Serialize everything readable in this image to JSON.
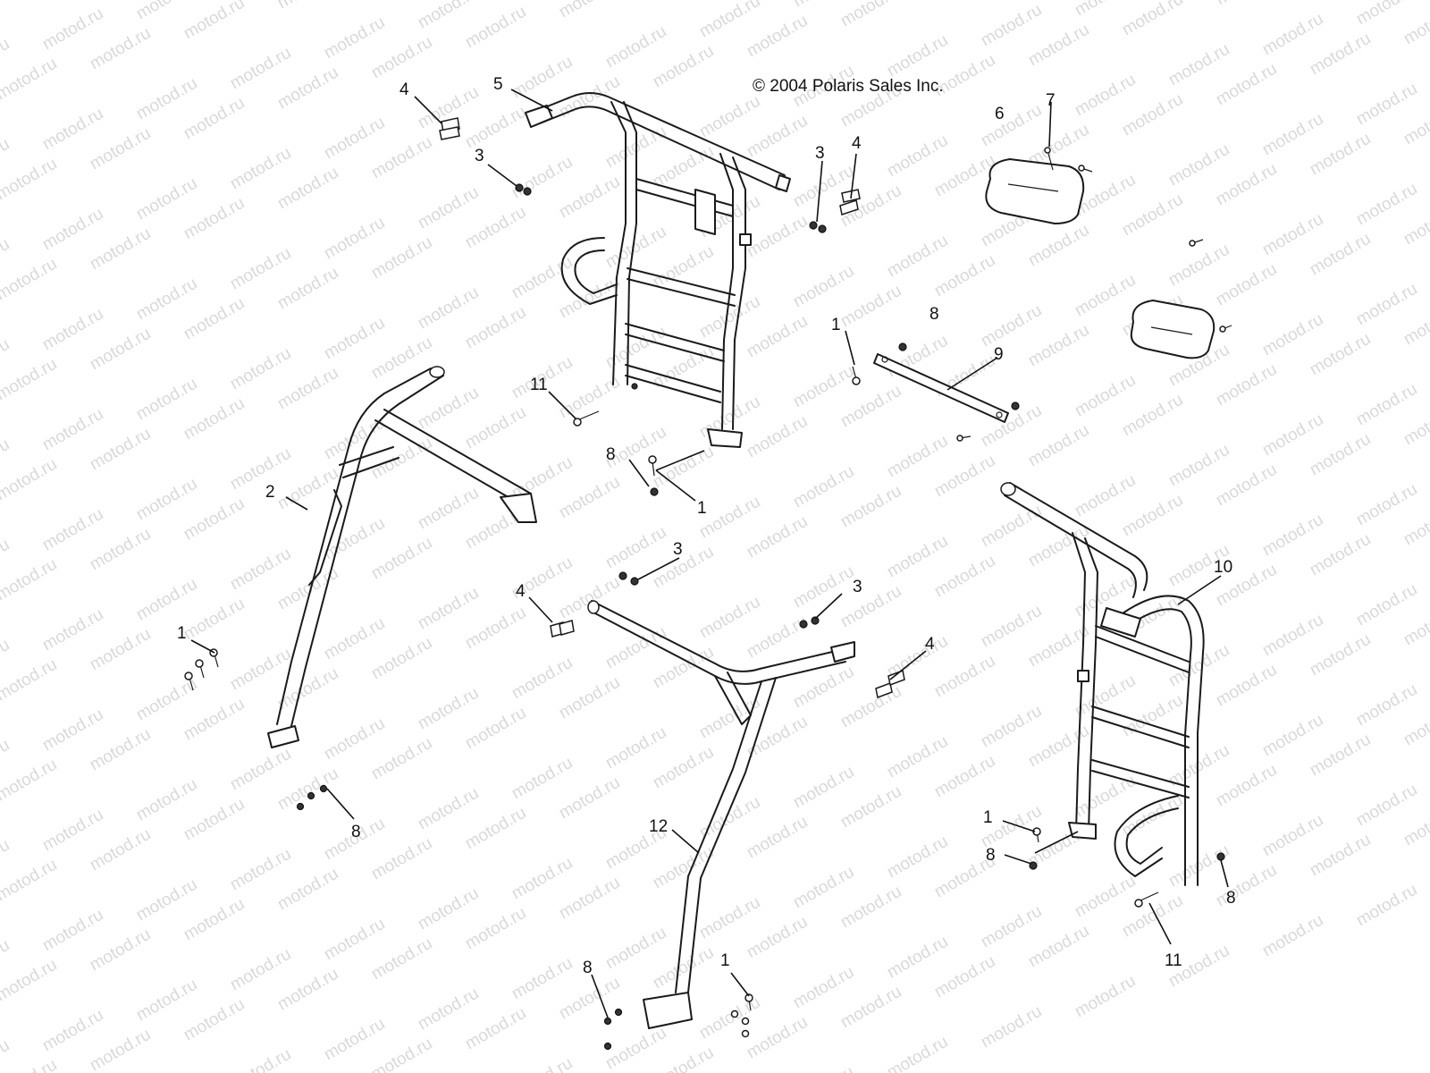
{
  "copyright": "© 2004 Polaris Sales Inc.",
  "watermark": "motod.ru",
  "callouts": [
    {
      "id": "c-5",
      "label": "5"
    },
    {
      "id": "c-4-top-left",
      "label": "4"
    },
    {
      "id": "c-3-top-left",
      "label": "3"
    },
    {
      "id": "c-3-top-mid",
      "label": "3"
    },
    {
      "id": "c-4-top-mid",
      "label": "4"
    },
    {
      "id": "c-6",
      "label": "6"
    },
    {
      "id": "c-7",
      "label": "7"
    },
    {
      "id": "c-1-mid",
      "label": "1"
    },
    {
      "id": "c-8-mid",
      "label": "8"
    },
    {
      "id": "c-9",
      "label": "9"
    },
    {
      "id": "c-11-top",
      "label": "11"
    },
    {
      "id": "c-8-center",
      "label": "8"
    },
    {
      "id": "c-1-center",
      "label": "1"
    },
    {
      "id": "c-2",
      "label": "2"
    },
    {
      "id": "c-3-center",
      "label": "3"
    },
    {
      "id": "c-4-center",
      "label": "4"
    },
    {
      "id": "c-3-center-right",
      "label": "3"
    },
    {
      "id": "c-4-right",
      "label": "4"
    },
    {
      "id": "c-10",
      "label": "10"
    },
    {
      "id": "c-1-left",
      "label": "1"
    },
    {
      "id": "c-8-left",
      "label": "8"
    },
    {
      "id": "c-12",
      "label": "12"
    },
    {
      "id": "c-1-right",
      "label": "1"
    },
    {
      "id": "c-8-right-low",
      "label": "8"
    },
    {
      "id": "c-8-right",
      "label": "8"
    },
    {
      "id": "c-11-bottom",
      "label": "11"
    },
    {
      "id": "c-8-bottom",
      "label": "8"
    },
    {
      "id": "c-1-bottom",
      "label": "1"
    }
  ]
}
